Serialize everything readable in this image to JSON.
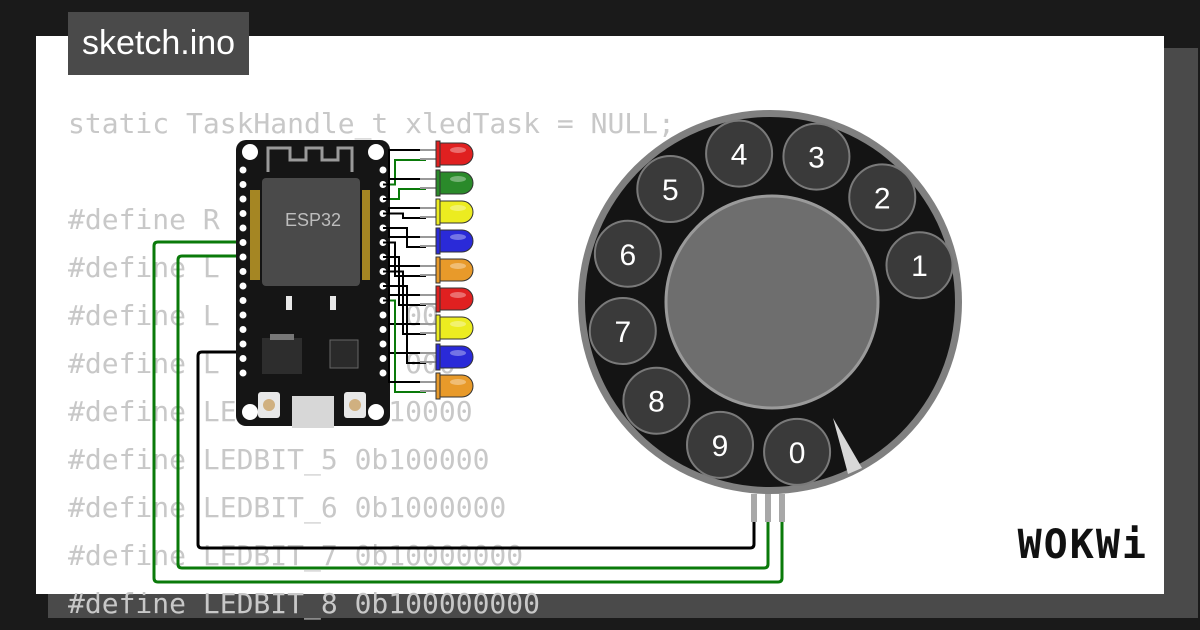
{
  "title_tab": "sketch.ino",
  "code_lines": [
    "static TaskHandle_t xledTask = NULL;",
    "",
    "#define R",
    "#define L",
    "#define L           00",
    "#define L           000",
    "#define LEDBIT_4 0b10000",
    "#define LEDBIT_5 0b100000",
    "#define LEDBIT_6 0b1000000",
    "#define LEDBIT_7 0b10000000",
    "#define LEDBIT_8 0b100000000"
  ],
  "board": {
    "label": "ESP32"
  },
  "leds": [
    {
      "color": "red"
    },
    {
      "color": "green"
    },
    {
      "color": "yellow"
    },
    {
      "color": "blue"
    },
    {
      "color": "orange"
    },
    {
      "color": "red"
    },
    {
      "color": "yellow"
    },
    {
      "color": "blue"
    },
    {
      "color": "orange"
    }
  ],
  "led_colors": {
    "red": "#e02020",
    "green": "#2a8a2a",
    "yellow": "#ecec20",
    "blue": "#2a2ad8",
    "orange": "#e89a2a"
  },
  "rotary_dial": {
    "digits": [
      "1",
      "2",
      "3",
      "4",
      "5",
      "6",
      "7",
      "8",
      "9",
      "0"
    ]
  },
  "brand": "WOKWi",
  "colors": {
    "wire_green": "#0a7a0a",
    "wire_black": "#000000",
    "code_text": "#c8c8c8",
    "tab_bg": "#4a4a4a"
  }
}
